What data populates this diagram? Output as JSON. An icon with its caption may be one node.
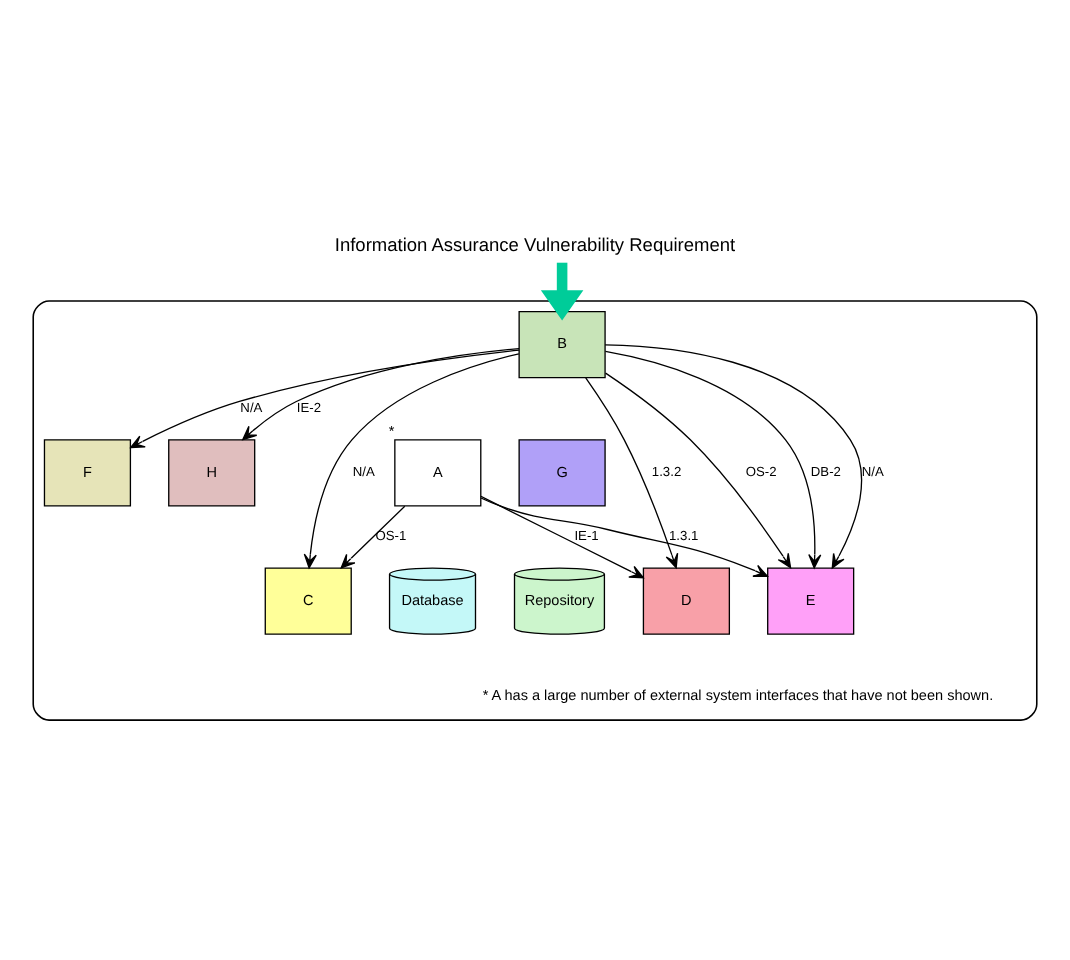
{
  "diagram": {
    "title": "Information Assurance Vulnerability Requirement",
    "nodes": [
      {
        "text": [],
        "shape": "ellipse"
      },
      {
        "text": [
          "F"
        ],
        "in": 0
      },
      {
        "text": [
          "H"
        ],
        "in": 0
      },
      {
        "text": [
          "B"
        ],
        "in": 0
      },
      {
        "text": [
          "C"
        ],
        "in": 0
      },
      {
        "text": [
          "A"
        ],
        "in": 0,
        "beside": [
          "*"
        ]
      },
      {
        "text": [
          "G"
        ],
        "in": 0
      },
      {
        "text": [
          "Repository"
        ],
        "in": 0
      },
      {
        "text": [
          "Database"
        ],
        "in": 0
      },
      {
        "text": [
          "E"
        ],
        "in": 0
      },
      {
        "text": [
          "D"
        ],
        "in": 0
      }
    ],
    "edges": [
      {
        "from": null,
        "to": 3,
        "arrow": "to",
        "style": "thick",
        "color": "#00cc99"
      },
      {
        "from": 3,
        "to": 1,
        "arrow": "to",
        "label": "N/A"
      },
      {
        "from": 3,
        "to": 2,
        "arrow": "to",
        "label": "IE-2"
      },
      {
        "from": 3,
        "to": 4,
        "arrow": "to",
        "label": "N/A"
      },
      {
        "from": 5,
        "to": 4,
        "arrow": "to",
        "label": "OS-1"
      },
      {
        "from": 3,
        "to": 9,
        "arrow": "to",
        "label": "OS-2"
      },
      {
        "from": 3,
        "to": 9,
        "arrow": "to",
        "label": "DB-2"
      },
      {
        "from": 3,
        "to": 9,
        "arrow": "to",
        "label": "N/A"
      },
      {
        "from": 3,
        "to": 10,
        "arrow": "to",
        "label": "1.3.2"
      },
      {
        "from": 5,
        "to": 9,
        "arrow": "to",
        "label": "1.3.1"
      },
      {
        "from": 5,
        "to": 10,
        "arrow": "to",
        "label": "IE-1"
      }
    ],
    "labels": [
      "* A has a large number of external system interfaces that have not been shown."
    ]
  }
}
